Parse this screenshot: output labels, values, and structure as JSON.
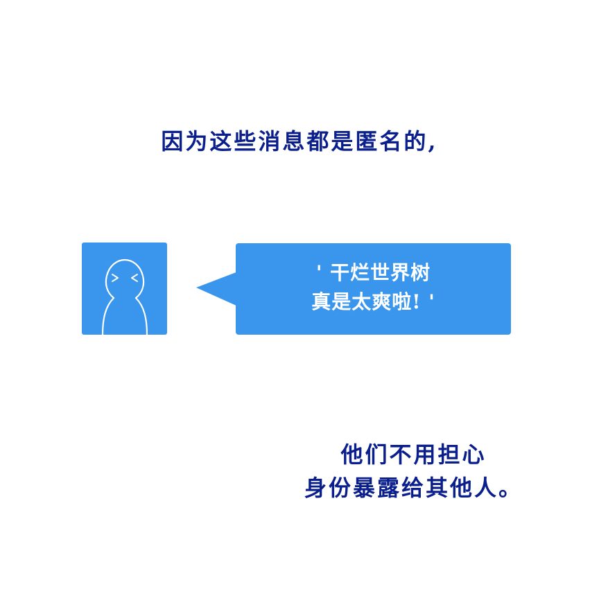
{
  "caption_top": "因为这些消息都是匿名的,",
  "message": {
    "line1": "' 干烂世界树",
    "line2": "真是太爽啦! '"
  },
  "caption_bottom": {
    "line1": "他们不用担心",
    "line2": "身份暴露给其他人。"
  },
  "colors": {
    "caption_text": "#0b1f8c",
    "bubble_fill": "#3a96ec",
    "avatar_fill": "#3a96ec",
    "bubble_text": "#ffffff"
  },
  "icons": {
    "avatar": "anonymous-person-icon"
  }
}
